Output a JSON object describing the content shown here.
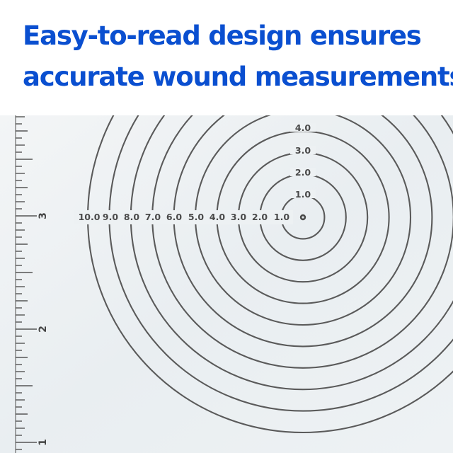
{
  "headline": {
    "line1": "Easy-to-read design ensures",
    "line2": "accurate wound measurements"
  },
  "ruler": {
    "numbers": [
      "3",
      "2",
      "1"
    ]
  },
  "guide": {
    "horizontal_labels": [
      "10.0",
      "9.0",
      "8.0",
      "7.0",
      "6.0",
      "5.0",
      "4.0",
      "3.0",
      "2.0",
      "1.0"
    ],
    "vertical_labels": [
      "4.0",
      "3.0",
      "2.0",
      "1.0"
    ]
  },
  "colors": {
    "headline": "#0a4fd0",
    "rings": "#5a5a5a",
    "background": "#edf1f3"
  }
}
